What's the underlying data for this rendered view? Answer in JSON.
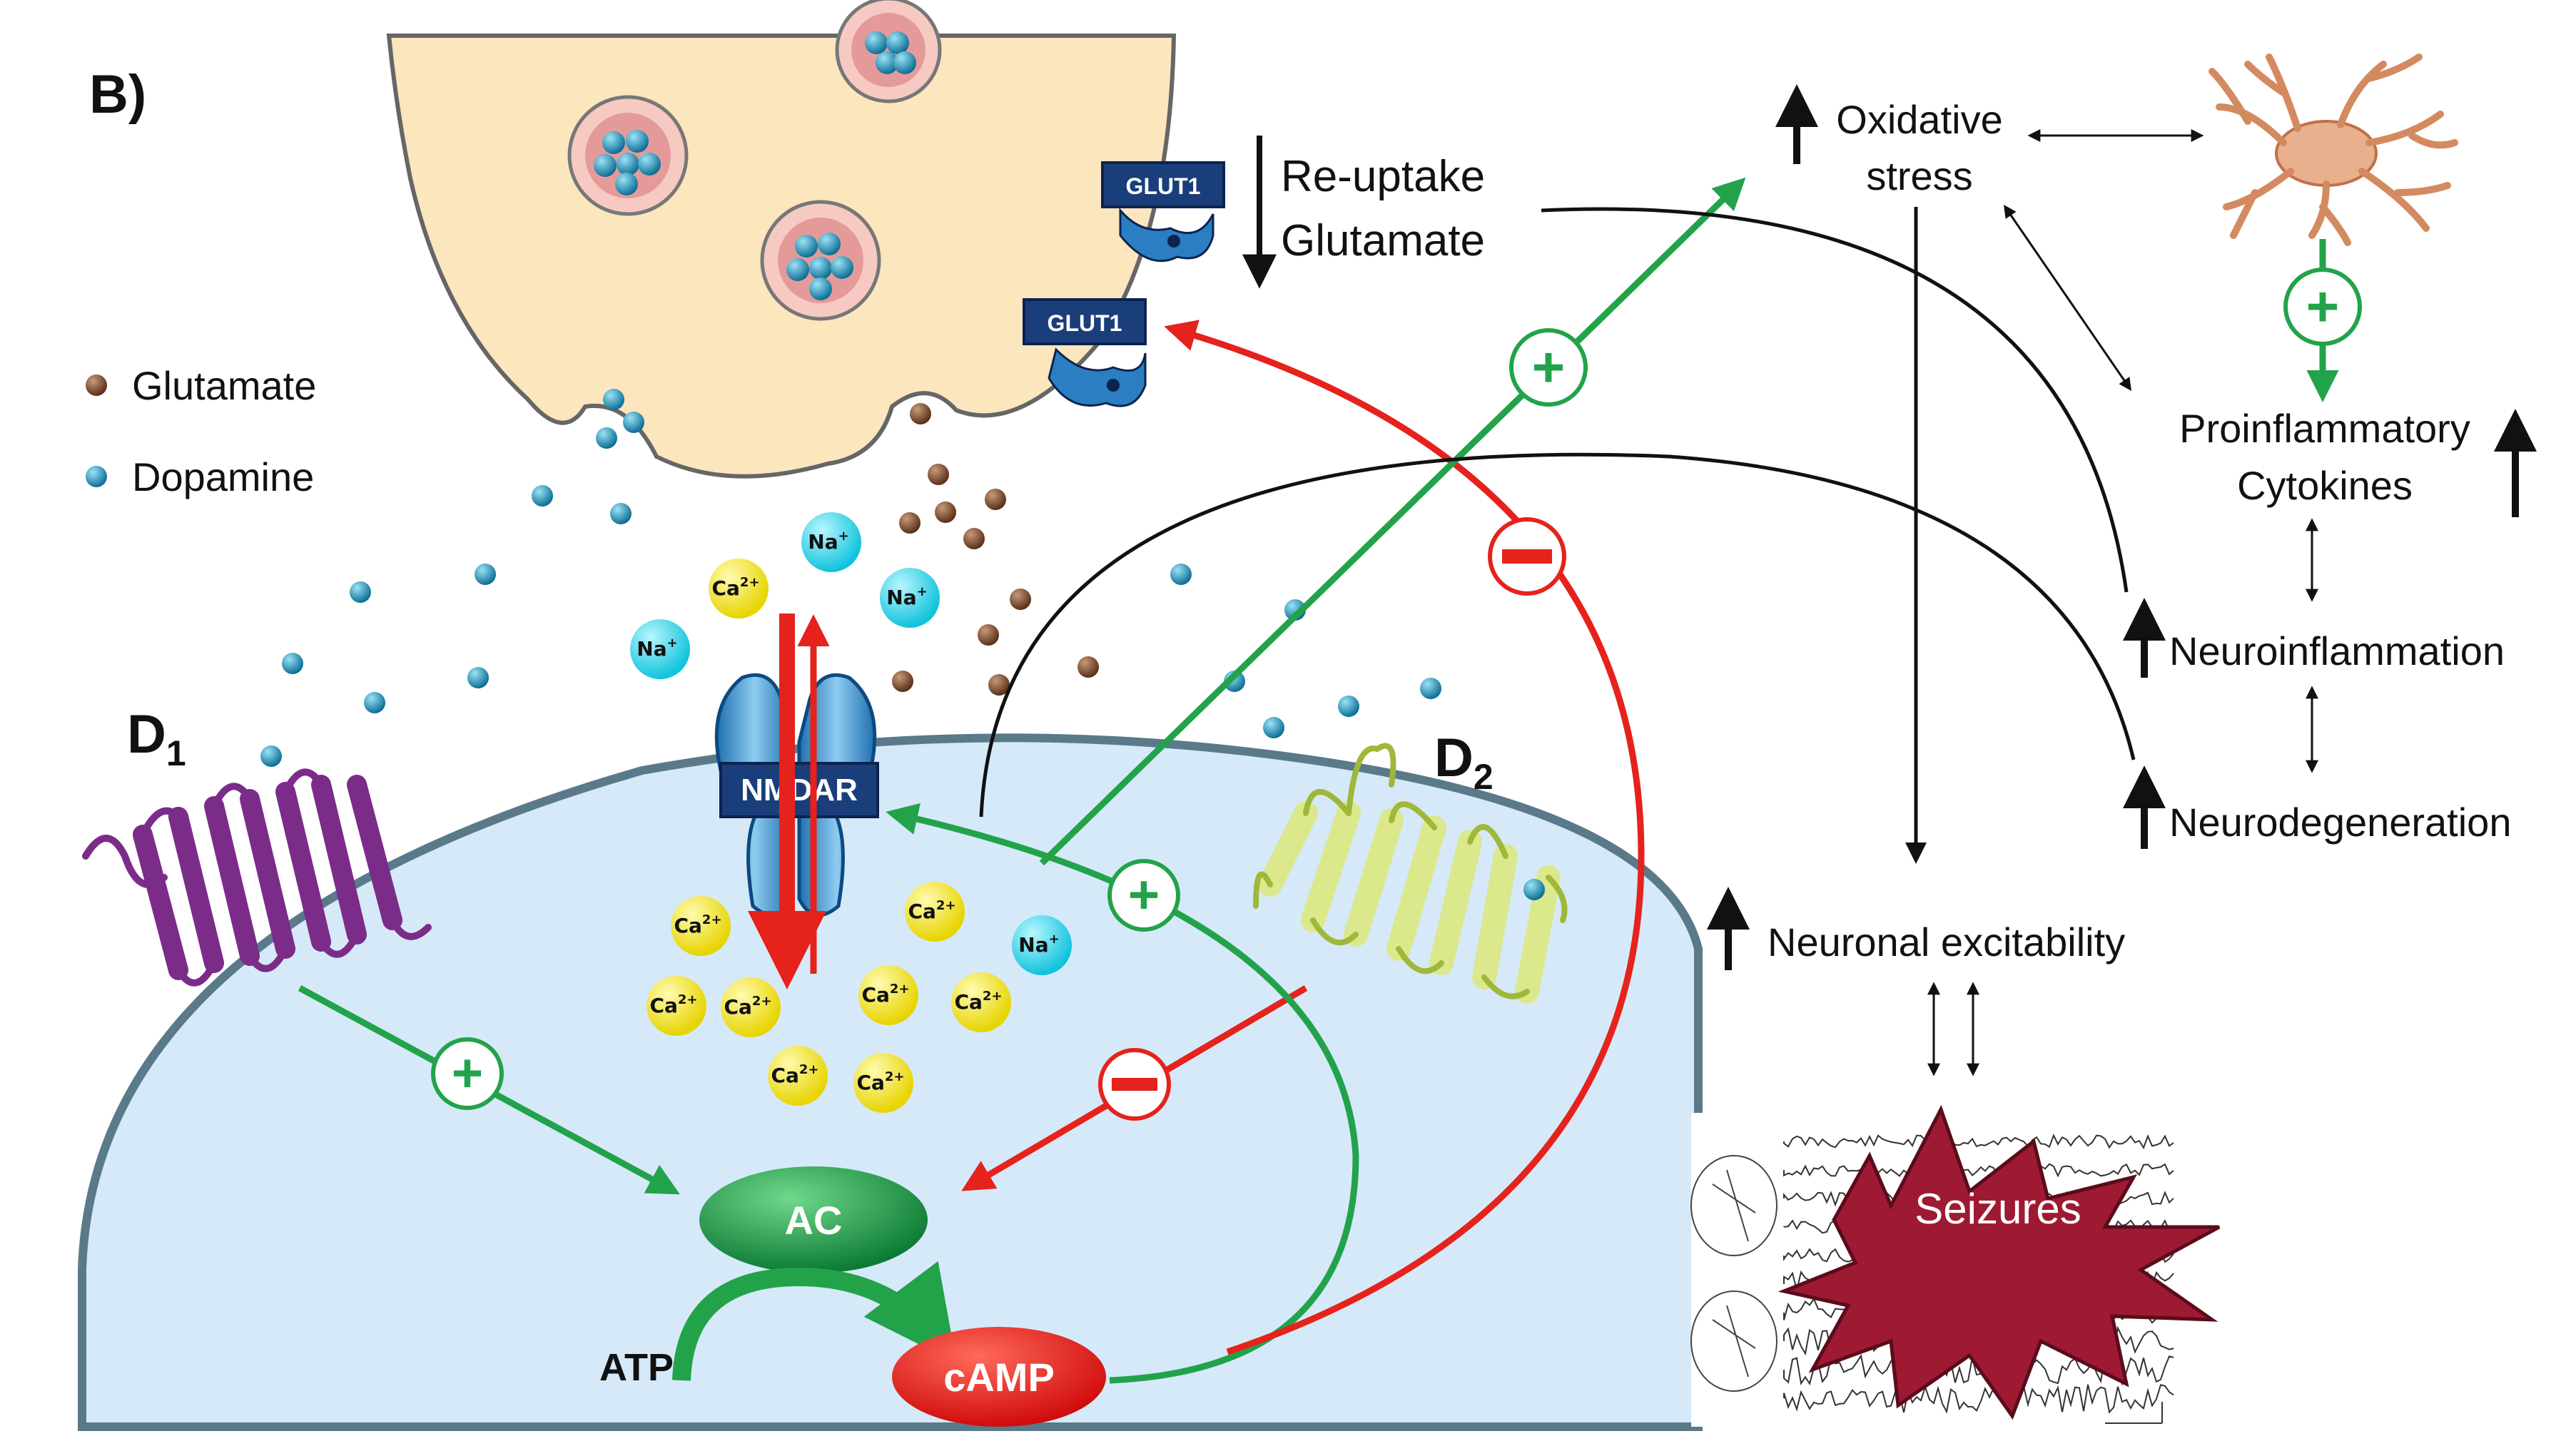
{
  "panel_label": "B)",
  "legend": {
    "glutamate": "Glutamate",
    "dopamine": "Dopamine"
  },
  "receptors": {
    "d1_main": "D",
    "d1_sub": "1",
    "d2_main": "D",
    "d2_sub": "2",
    "nmdar": "NMDAR",
    "glut1_top": "GLUT1",
    "glut1_bottom": "GLUT1"
  },
  "ions": {
    "na": "Na",
    "na_sup": "+",
    "ca": "Ca",
    "ca_sup": "2+"
  },
  "enzymes": {
    "ac": "AC",
    "atp": "ATP",
    "camp": "cAMP"
  },
  "reuptake": {
    "line1": "Re-uptake",
    "line2": "Glutamate"
  },
  "outcomes": {
    "oxidative_line1": "Oxidative",
    "oxidative_line2": "stress",
    "cytokines_line1": "Proinflammatory",
    "cytokines_line2": "Cytokines",
    "neuroinflammation": "Neuroinflammation",
    "neurodegeneration": "Neurodegeneration",
    "excitability": "Neuronal excitability",
    "seizures": "Seizures"
  },
  "signs": {
    "plus": "+",
    "minus": "−"
  },
  "colors": {
    "presynaptic": "#fbe6bd",
    "postsynaptic": "#d6e9f8",
    "activation": "#22a34a",
    "inhibition": "#e5221c",
    "glutamate_dot": "#7a4a2a",
    "dopamine_dot": "#1a8fb8",
    "calcium": "#f5e400",
    "sodium": "#22d4e8",
    "d1_receptor": "#7a2c88",
    "d2_receptor": "#cde07a",
    "seizure_star": "#9e1a32",
    "astrocyte": "#e3a27c"
  }
}
